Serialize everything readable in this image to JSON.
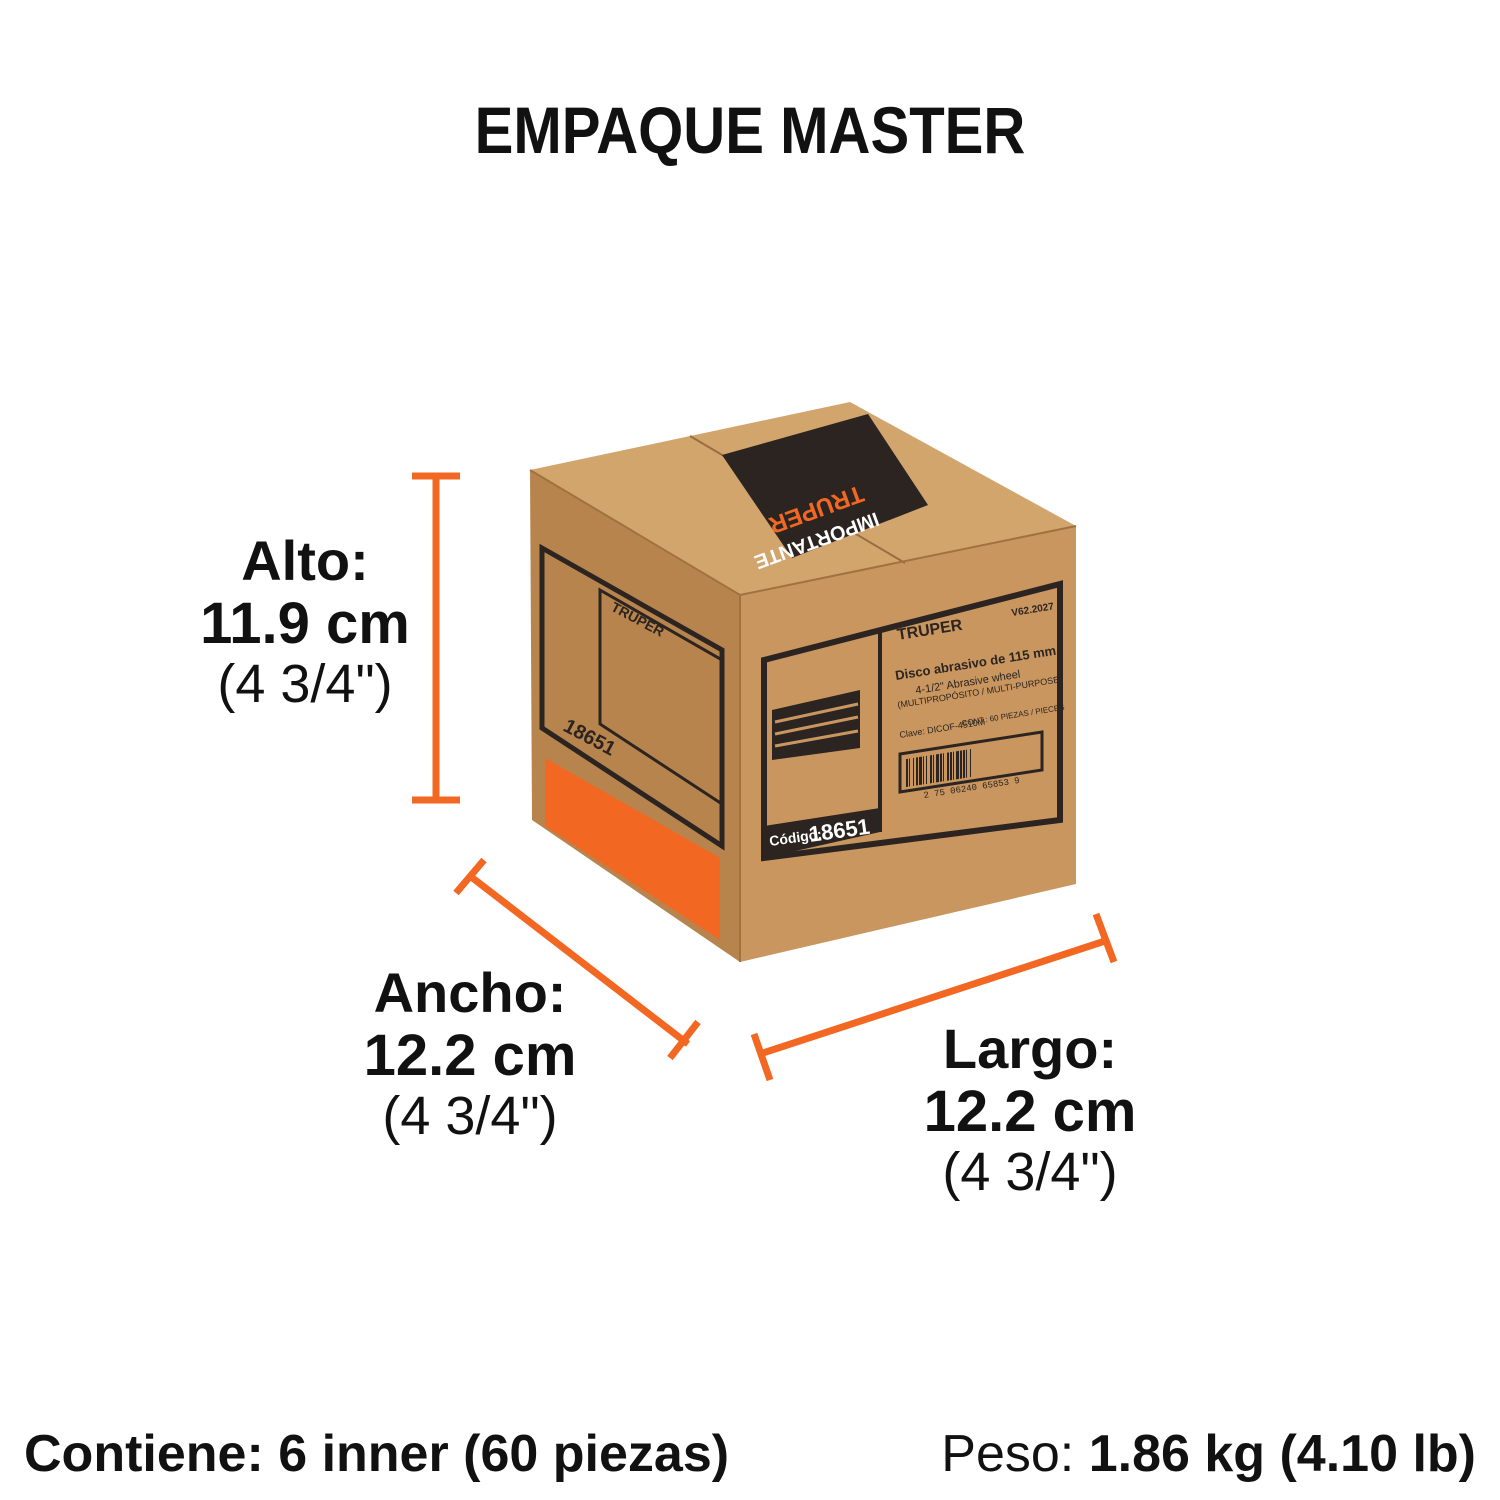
{
  "title": "EMPAQUE MASTER",
  "dimensions": {
    "alto": {
      "label": "Alto:",
      "metric": "11.9 cm",
      "imperial": "(4 3/4\")"
    },
    "ancho": {
      "label": "Ancho:",
      "metric": "12.2 cm",
      "imperial": "(4 3/4\")"
    },
    "largo": {
      "label": "Largo:",
      "metric": "12.2 cm",
      "imperial": "(4 3/4\")"
    }
  },
  "footer": {
    "contiene_label": "Contiene:",
    "contiene_value": "6 inner (60 piezas)",
    "peso_label": "Peso:",
    "peso_value": "1.86 kg (4.10 lb)"
  },
  "box": {
    "brand": "TRUPER",
    "sticker_heading": "IMPORTANTE",
    "version": "V62.2027",
    "product_name": "Disco abrasivo de 115 mm",
    "product_sub": "4-1/2\" Abrasive wheel",
    "product_type": "(MULTIPROPÓSITO / MULTI-PURPOSE)",
    "clave": "Clave: DICOF-4510M",
    "cont": "CONT.: 60 PIEZAS / PIECES",
    "barcode_number": "2 75 06240 65853 9",
    "codigo_label": "Código:",
    "codigo_value": "18651"
  },
  "colors": {
    "accent": "#f26722",
    "cardboard_front": "#c9965f",
    "cardboard_left": "#b8844e",
    "cardboard_top": "#d2a56d",
    "ink": "#2b2420"
  }
}
